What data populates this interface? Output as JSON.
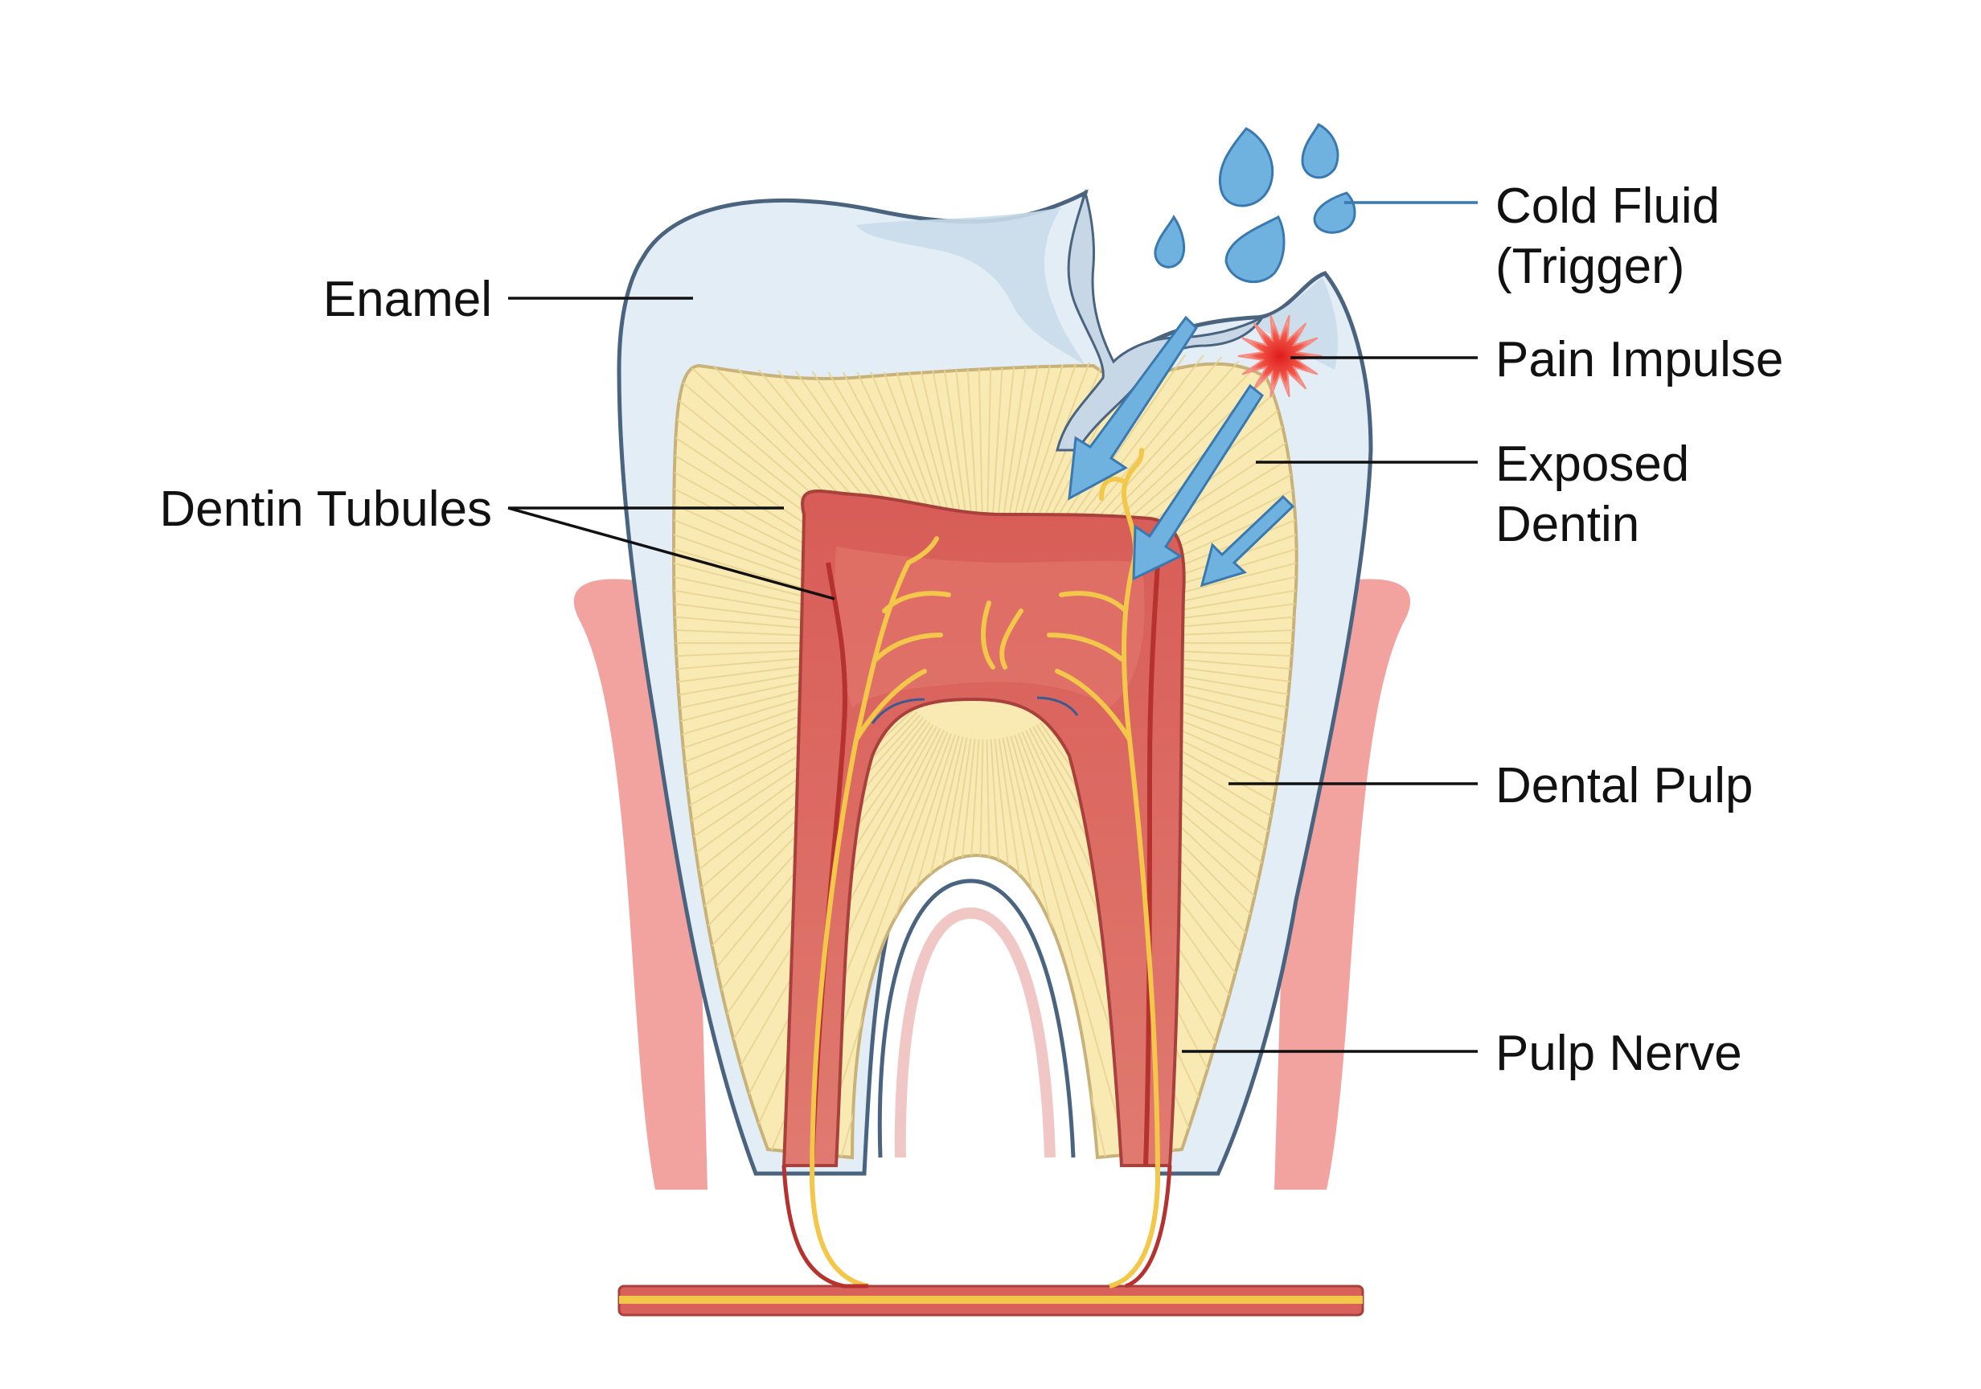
{
  "labels": {
    "enamel": "Enamel",
    "dentin_tubules": "Dentin Tubules",
    "cold_fluid_line1": "Cold Fluid",
    "cold_fluid_line2": "(Trigger)",
    "pain_impulse": "Pain Impulse",
    "exposed_dentin_line1": "Exposed",
    "exposed_dentin_line2": "Dentin",
    "dental_pulp": "Dental Pulp",
    "pulp_nerve": "Pulp Nerve"
  },
  "colors": {
    "enamel": "#dde9f3",
    "enamel_outline": "#4a6480",
    "dentin": "#f9eab4",
    "dentin_outline": "#c9b27a",
    "pulp": "#d9615c",
    "pulp_light": "#f0a59a",
    "gum": "#f2a3a0",
    "nerve": "#f2c74a",
    "fluid": "#6fb2e0",
    "fluid_outline": "#3a78b0",
    "pain": "#e53935",
    "label_text": "#111111"
  }
}
